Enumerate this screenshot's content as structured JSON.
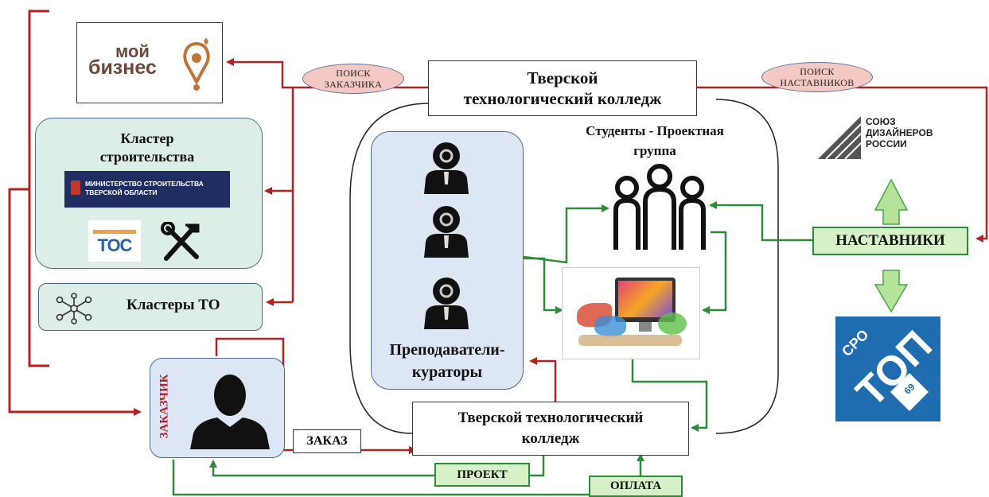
{
  "colors": {
    "red": "#b22222",
    "green": "#2e8b3a",
    "cluster_bg": "#dceee6",
    "blue_bg": "#dde6f4",
    "tag_green": "#d7f0c8",
    "oval_pink": "#f4c9c4"
  },
  "college_top": "Тверской технологический колледж",
  "college_bottom": "Тверской технологический колледж",
  "search_client": "ПОИСК ЗАКАЗЧИКА",
  "search_mentors": "ПОИСК НАСТАВНИКОВ",
  "moy_biznes": {
    "line1": "мой",
    "line2": "бизнес"
  },
  "cluster_construction": {
    "title": "Кластер строительства",
    "ministry_line1": "МИНИСТЕРСТВО СТРОИТЕЛЬСТВА",
    "ministry_line2": "ТВЕРСКОЙ ОБЛАСТИ",
    "tos": "ТОС"
  },
  "clusters_to": "Кластеры ТО",
  "teachers": {
    "label": "Преподаватели-кураторы",
    "icon": "teacher-gear-icon"
  },
  "students": {
    "label": "Студенты - Проектная группа",
    "icon": "students-group-icon"
  },
  "mentors": "НАСТАВНИКИ",
  "designers_union": {
    "line1": "СОЮЗ",
    "line2": "ДИЗАЙНЕРОВ",
    "line3": "РОССИИ"
  },
  "sro": {
    "small": "СРО",
    "big": "ТОП",
    "num": "69"
  },
  "client": "ЗАКАЗЧИК",
  "order": "ЗАКАЗ",
  "project": "ПРОЕКТ",
  "payment": "ОПЛАТА"
}
